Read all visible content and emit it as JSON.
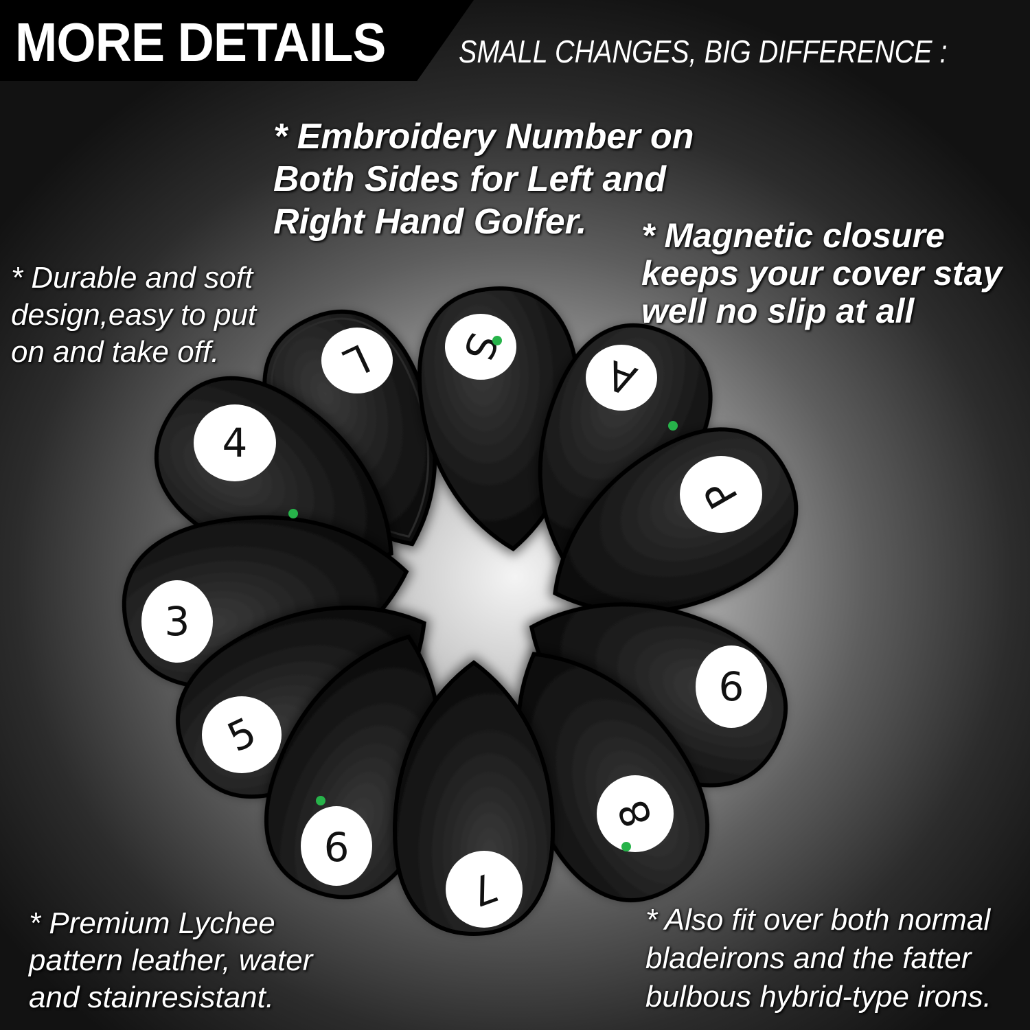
{
  "header": {
    "title": "MORE DETAILS",
    "tagline": "SMALL CHANGES, BIG DIFFERENCE :"
  },
  "notes": {
    "embroidery": "* Embroidery Number on\nBoth Sides for Left and\nRight Hand Golfer.",
    "magnetic": "* Magnetic closure\nkeeps your cover stay\nwell no slip at all",
    "durable": " * Durable and soft\ndesign,easy to put\non and take off.",
    "premium": "* Premium Lychee\npattern leather, water\nand stainresistant.",
    "fit": "* Also fit over both normal\nbladeirons and the fatter\nbulbous hybrid-type irons."
  },
  "covers": {
    "labels": [
      "L",
      "S",
      "A",
      "P",
      "4",
      "3",
      "6",
      "5",
      "9",
      "7",
      "8"
    ]
  },
  "colors": {
    "leather": "#151515",
    "badge": "#ffffff",
    "magnet_dot": "#27b34a"
  }
}
